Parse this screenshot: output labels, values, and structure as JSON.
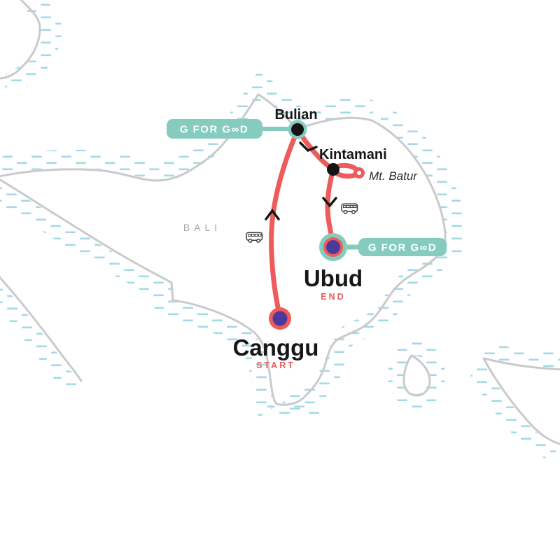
{
  "map": {
    "region_label": "BALI",
    "stops": [
      {
        "name": "Canggu",
        "role": "START",
        "marker": "start-marker"
      },
      {
        "name": "Bulian",
        "role": "",
        "marker": "ringed-dot"
      },
      {
        "name": "Kintamani",
        "role": "",
        "marker": "dot"
      },
      {
        "name": "Mt. Batur",
        "role": "",
        "marker": "side-trip-loop"
      },
      {
        "name": "Ubud",
        "role": "END",
        "marker": "end-marker"
      }
    ],
    "badges": [
      {
        "label": "G FOR G∞D"
      },
      {
        "label": "G FOR G∞D"
      }
    ],
    "transport": {
      "type": "bus",
      "count": 2
    },
    "colors": {
      "route_red": "#ef5a5b",
      "brand_teal": "#85ccbf",
      "marker_purple": "#4a3a9c",
      "coast_gray": "#cacaca",
      "water_hatch_cyan": "#a3dae5",
      "label_black": "#161616",
      "region_gray": "#a6a6a6"
    }
  }
}
